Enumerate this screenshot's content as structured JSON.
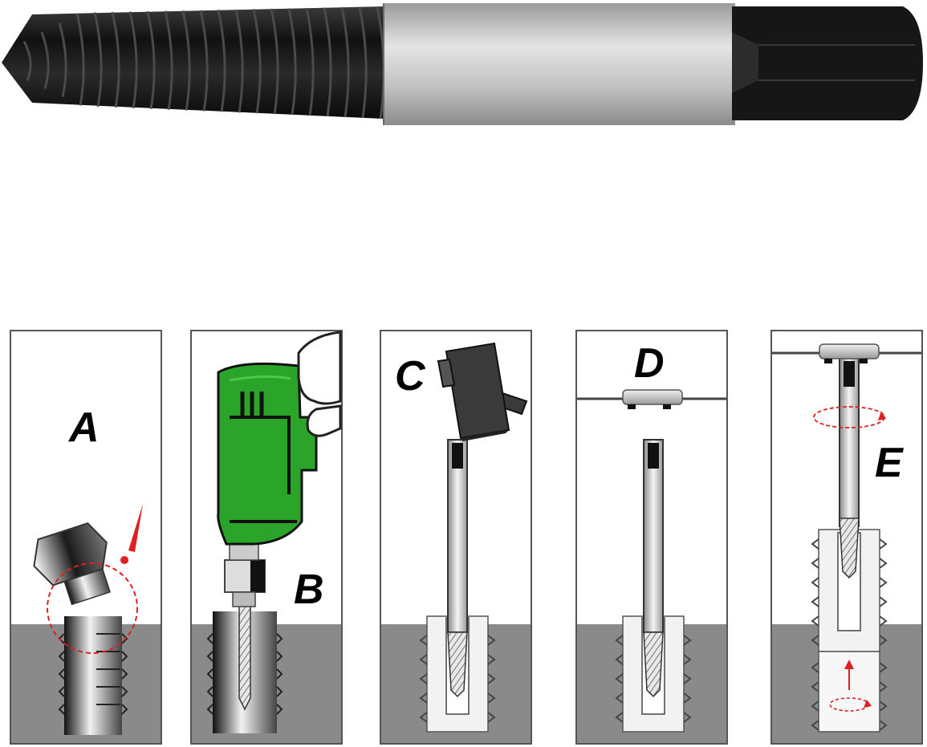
{
  "product": {
    "name": "screw-extractor",
    "colors": {
      "thread": "#1e1e1e",
      "shank": "#c6c6c6",
      "square_drive": "#161616"
    }
  },
  "steps": [
    {
      "letter": "A",
      "illustration": "broken-bolt"
    },
    {
      "letter": "B",
      "illustration": "drill-pilot-hole"
    },
    {
      "letter": "C",
      "illustration": "hammer-extractor-in"
    },
    {
      "letter": "D",
      "illustration": "attach-tap-wrench"
    },
    {
      "letter": "E",
      "illustration": "turn-and-remove"
    }
  ],
  "colors": {
    "panel_border": "#555555",
    "surface": "#8a8a8a",
    "drill_green": "#2aa52a",
    "warning_red": "#e02020",
    "hammer_head": "#3a3a3a"
  }
}
